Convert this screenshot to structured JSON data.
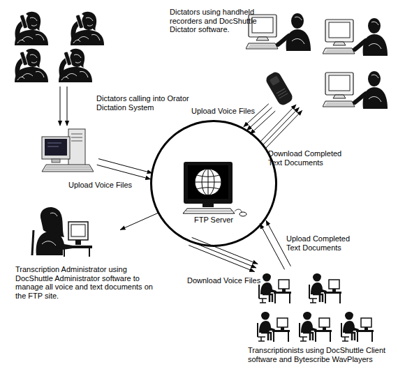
{
  "diagram": {
    "nodes": [
      {
        "text": [
          "Dictators calling into Orator Dictation System"
        ]
      },
      {
        "text": [
          "Dictators using handheld recorders and DocShuttle Dictator software."
        ]
      },
      {
        "text": [
          "FTP Server"
        ]
      },
      {
        "text": [
          "Transcription Administrator using DocShuttle Administrator software to manage all voice and text documents on the FTP site."
        ]
      },
      {
        "text": [
          "Transcriptionists using DocShuttle Client software and Bytescribe WavPlayers"
        ]
      }
    ],
    "edges": [
      {
        "from": 0,
        "to": 2,
        "arrow": "to",
        "label": "Upload Voice Files"
      },
      {
        "from": 1,
        "to": 2,
        "arrow": "to",
        "label": "Upload Voice Files"
      },
      {
        "from": 2,
        "to": 1,
        "arrow": "to",
        "label": "Download Completed Text Documents"
      },
      {
        "from": 2,
        "to": 3,
        "arrow": "to"
      },
      {
        "from": 2,
        "to": 4,
        "arrow": "to",
        "label": "Download Voice Files"
      },
      {
        "from": 4,
        "to": 2,
        "arrow": "to",
        "label": "Upload Completed Text Documents"
      }
    ]
  }
}
